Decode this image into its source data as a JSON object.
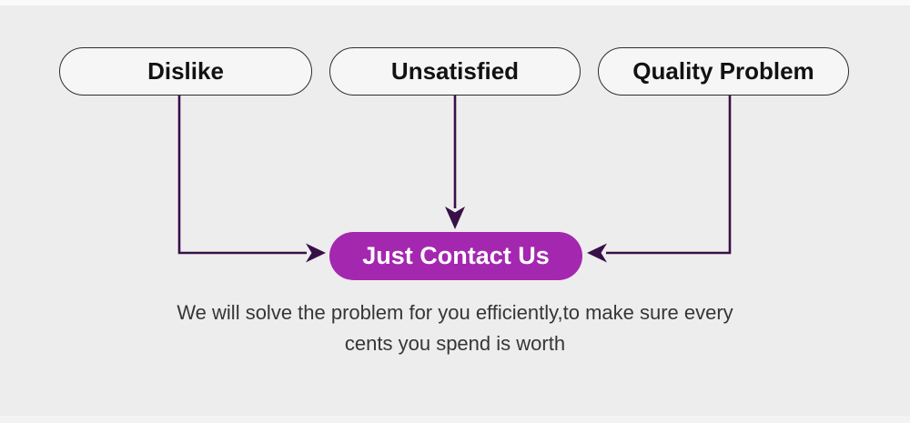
{
  "theme": {
    "background": "#ededed",
    "top_strip": "#fafafa",
    "pill_fill": "#f6f6f6",
    "pill_border": "#2d2d2d",
    "pill_text": "#121212",
    "arrow_color": "#381048",
    "button_fill": "#a427b0",
    "button_text": "#ffffff",
    "caption_color": "#363636"
  },
  "diagram": {
    "sources": [
      {
        "label": "Dislike"
      },
      {
        "label": "Unsatisfied"
      },
      {
        "label": "Quality Problem"
      }
    ],
    "target": {
      "label": "Just Contact Us"
    },
    "caption": {
      "line1": "We will solve the problem for you efficiently,to make sure every",
      "line2": "cents you spend is worth"
    }
  }
}
